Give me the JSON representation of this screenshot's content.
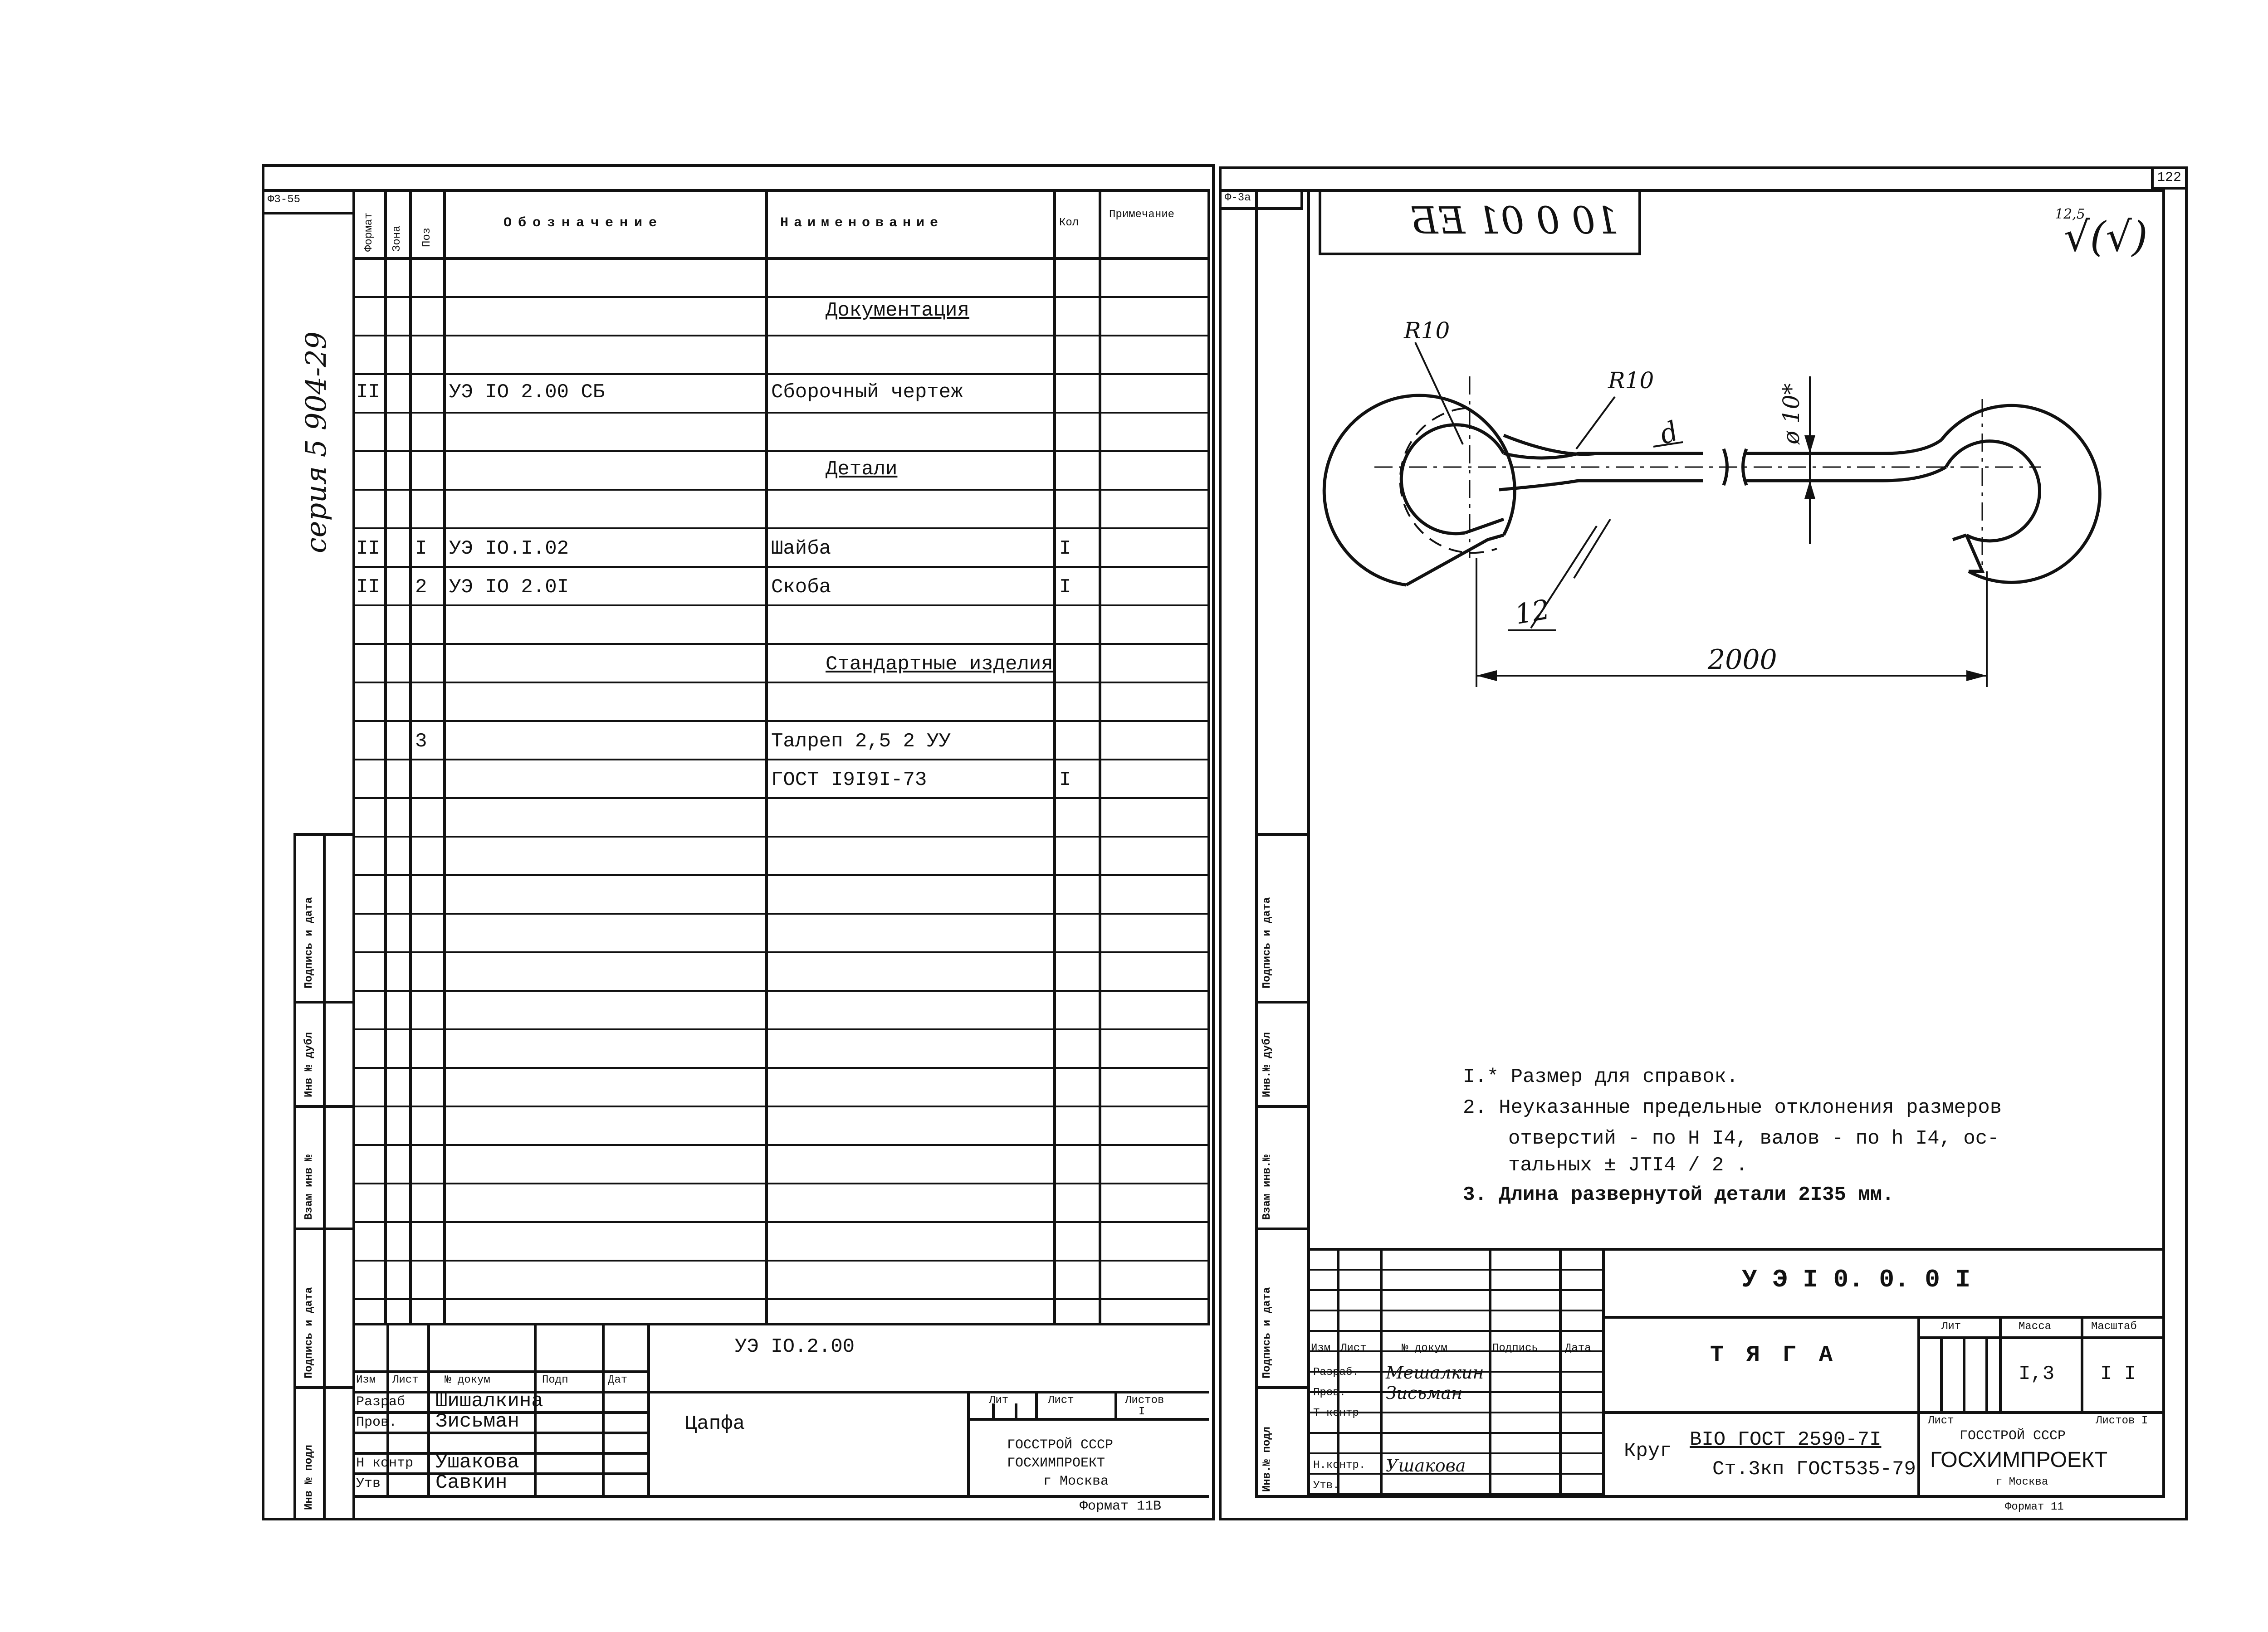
{
  "left": {
    "corner_code": "Ф3-55",
    "series": "серия 5 904-29",
    "headers": {
      "format": "Формат",
      "zone": "Зона",
      "pos": "Поз",
      "designation": "Обозначение",
      "name": "Наименование",
      "qty": "Кол",
      "note": "Примечание"
    },
    "rows": [
      {
        "format": "",
        "pos": "",
        "designation": "",
        "name": "Документация",
        "qty": "",
        "heading": true
      },
      {
        "format": "II",
        "pos": "",
        "designation": "УЭ IO 2.00 СБ",
        "name": "Сборочный чертеж",
        "qty": ""
      },
      {
        "format": "",
        "pos": "",
        "designation": "",
        "name": "Детали",
        "qty": "",
        "heading": true
      },
      {
        "format": "II",
        "pos": "I",
        "designation": "УЭ IO.I.02",
        "name": "Шайба",
        "qty": "I"
      },
      {
        "format": "II",
        "pos": "2",
        "designation": "УЭ IO 2.0I",
        "name": "Скоба",
        "qty": "I"
      },
      {
        "format": "",
        "pos": "",
        "designation": "",
        "name": "Стандартные изделия",
        "qty": "",
        "heading": true
      },
      {
        "format": "",
        "pos": "3",
        "designation": "",
        "name": "Талреп 2,5 2 УУ",
        "qty": ""
      },
      {
        "format": "",
        "pos": "",
        "designation": "",
        "name": "ГОСТ I9I9I-73",
        "qty": "I"
      }
    ],
    "side_labels": [
      "Подпись и дата",
      "Инв № дубл",
      "Взам инв №",
      "Подпись и дата",
      "Инв № подл"
    ],
    "title_block": {
      "doc_number": "УЭ IO.2.00",
      "col_headers": [
        "Изм",
        "Лист",
        "№ докум",
        "Подп",
        "Дат"
      ],
      "roles": [
        "Разраб",
        "Пров.",
        "",
        "Н контр",
        "Утв"
      ],
      "names": [
        "Шишалкина",
        "Зисьман",
        "",
        "Ушакова",
        "Савкин"
      ],
      "item_name": "Цапфа",
      "lit": "Лит",
      "sheet": "Лист",
      "sheets": "Листов",
      "sheets_value": "I",
      "org1": "ГОССТРОЙ СССР",
      "org2": "ГОСХИМПРОЕКТ",
      "city": "г  Москва"
    },
    "format_note": "Формат 11В"
  },
  "right": {
    "corner_code": "Ф-3а",
    "page_number": "122",
    "stamp_number": "10 0 01 ЕБ",
    "roughness": "12,5",
    "roughness_symbol": "√(√)",
    "dims": {
      "r_left": "R10",
      "r_mid": "R10",
      "dia": "ø 10*",
      "d12": "12",
      "length": "2000",
      "d_mark": "d"
    },
    "notes": [
      "I.* Размер для справок.",
      "2.  Неуказанные предельные отклонения размеров",
      "отверстий - по Н I4, валов - по  h I4,  ос-",
      "тальных ± JTI4 / 2 .",
      "3.  Длина развернутой детали 2I35 мм."
    ],
    "side_labels": [
      "Подпись и дата",
      "Инв.№ дубл",
      "Взам инв.№",
      "Подпись и дата",
      "Инв.№ подл"
    ],
    "title_block": {
      "doc_number": "У Э   I 0. 0. 0 I",
      "item_name": "Т Я Г А",
      "col_headers": [
        "Изм",
        "Лист",
        "№ докум",
        "Подпись",
        "Дата"
      ],
      "roles": [
        "Разраб.",
        "Пров.",
        "Т контр",
        "Н.контр.",
        "Утв."
      ],
      "names": [
        "Мешалкин",
        "Зисьман",
        "",
        "Ушакова",
        ""
      ],
      "lit": "Лит",
      "mass_label": "Масса",
      "scale_label": "Масштаб",
      "mass": "I,3",
      "scale": "I I",
      "sheet": "Лист",
      "sheets": "Листов I",
      "material_prefix": "Круг",
      "material_line1": "BIO  ГОСТ 2590-7I",
      "material_line2": "Ст.3кп ГОСТ535-79",
      "org1": "ГОССТРОЙ СССР",
      "org2": "ГОСХИМПРОЕКТ",
      "city": "г  Москва"
    },
    "format_note": "Формат 11"
  }
}
